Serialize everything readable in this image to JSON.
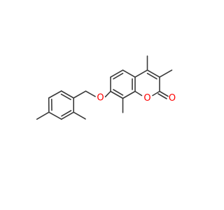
{
  "molecule": {
    "atom_labels": {
      "ether_oxygen": "O",
      "ring_oxygen": "O",
      "carbonyl_oxygen": "O"
    }
  },
  "colors": {
    "bond": "#3a3a3a",
    "oxygen": "#ff0000",
    "background": "#ffffff"
  }
}
